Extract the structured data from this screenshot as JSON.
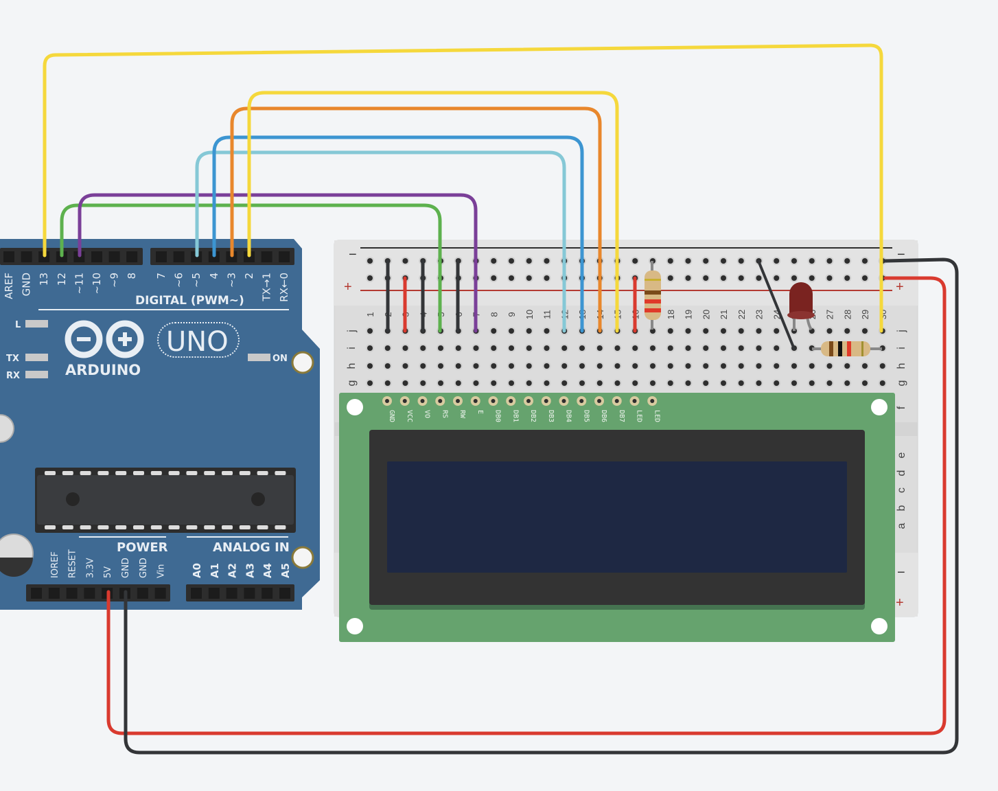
{
  "arduino": {
    "brand": "ARDUINO",
    "model": "UNO",
    "digital_header_label": "DIGITAL (PWM~)",
    "power_label": "POWER",
    "analog_label": "ANALOG IN",
    "on_label": "ON",
    "led_labels": [
      "L",
      "TX",
      "RX"
    ],
    "digital_pins_left": [
      "AREF",
      "GND",
      "13",
      "12",
      "~11",
      "~10",
      "~9",
      "8"
    ],
    "digital_pins_right": [
      "7",
      "~6",
      "~5",
      "4",
      "~3",
      "2",
      "TX→1",
      "RX←0"
    ],
    "power_pins": [
      "IOREF",
      "RESET",
      "3.3V",
      "5V",
      "GND",
      "GND",
      "Vin"
    ],
    "analog_pins": [
      "A0",
      "A1",
      "A2",
      "A3",
      "A4",
      "A5"
    ]
  },
  "breadboard": {
    "rail_minus": "−",
    "rail_plus": "+",
    "columns": [
      "1",
      "2",
      "3",
      "4",
      "5",
      "6",
      "7",
      "8",
      "9",
      "10",
      "11",
      "12",
      "13",
      "14",
      "15",
      "16",
      "17",
      "18",
      "19",
      "20",
      "21",
      "22",
      "23",
      "24",
      "25",
      "26",
      "27",
      "28",
      "29",
      "30"
    ],
    "rows_top": [
      "j",
      "i",
      "h",
      "g",
      "f"
    ],
    "rows_bottom": [
      "e",
      "d",
      "c",
      "b",
      "a"
    ]
  },
  "lcd": {
    "pins": [
      "GND",
      "VCC",
      "VO",
      "RS",
      "RW",
      "E",
      "DB0",
      "DB1",
      "DB2",
      "DB3",
      "DB4",
      "DB5",
      "DB6",
      "DB7",
      "LED",
      "LED"
    ],
    "screen_color": "#1e2843"
  },
  "wires": [
    {
      "name": "pin13-to-rail",
      "color": "#f5d83c",
      "from": "13",
      "to": "col30"
    },
    {
      "name": "pin12-to-rs",
      "color": "#5db14e",
      "from": "12",
      "to": "RS"
    },
    {
      "name": "pin11-to-e",
      "color": "#7a3f98",
      "from": "~11",
      "to": "E"
    },
    {
      "name": "pin5-to-db4",
      "color": "#85c8d6",
      "from": "~5",
      "to": "DB4"
    },
    {
      "name": "pin4-to-db5",
      "color": "#3c95d1",
      "from": "4",
      "to": "DB5"
    },
    {
      "name": "pin3-to-db6",
      "color": "#e8872c",
      "from": "~3",
      "to": "DB6"
    },
    {
      "name": "pin2-to-db7",
      "color": "#f5d83c",
      "from": "2",
      "to": "DB7"
    },
    {
      "name": "5v-to-plus-rail",
      "color": "#d93a2f",
      "from": "5V",
      "to": "+"
    },
    {
      "name": "gnd-to-minus-rail",
      "color": "#333538",
      "from": "GND",
      "to": "−"
    }
  ],
  "colors": {
    "board_blue": "#3f6a93",
    "breadboard": "#dedede",
    "lcd_green": "#66a36e",
    "led_red": "#7a2320"
  }
}
